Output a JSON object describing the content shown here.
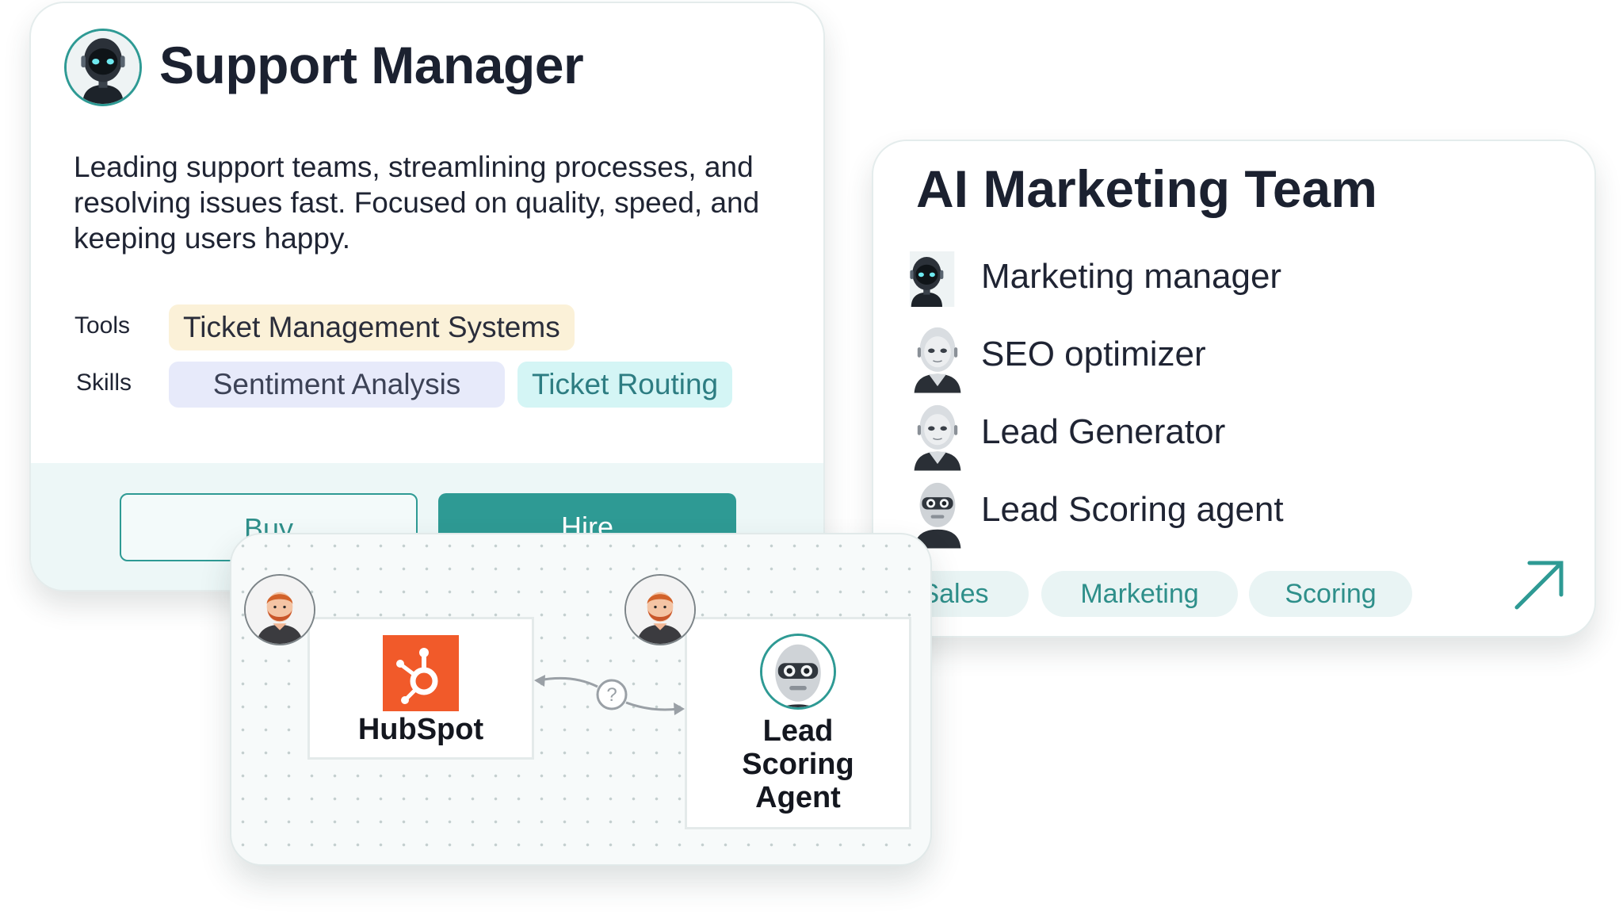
{
  "support_card": {
    "title": "Support Manager",
    "description": "Leading support teams, streamlining processes, and resolving issues fast. Focused on quality, speed, and keeping users happy.",
    "tools_label": "Tools",
    "tools": [
      "Ticket Management Systems"
    ],
    "skills_label": "Skills",
    "skills": [
      "Sentiment Analysis",
      "Ticket Routing"
    ],
    "buy_label": "Buy",
    "hire_label": "Hire",
    "avatar_icon": "robot-avatar-icon"
  },
  "marketing_card": {
    "title": "AI Marketing Team",
    "members": [
      {
        "name": "Marketing manager",
        "icon": "robot-face-icon"
      },
      {
        "name": "SEO optimizer",
        "icon": "robot-face-icon"
      },
      {
        "name": "Lead Generator",
        "icon": "robot-face-icon"
      },
      {
        "name": "Lead Scoring agent",
        "icon": "robot-face-icon"
      }
    ],
    "tags": [
      "Sales",
      "Marketing",
      "Scoring"
    ],
    "open_icon": "arrow-up-right-icon"
  },
  "workflow_card": {
    "source_node": {
      "label": "HubSpot",
      "icon": "hubspot-logo-icon"
    },
    "target_node": {
      "label": "Lead Scoring Agent",
      "label_lines": [
        "Lead",
        "Scoring",
        "Agent"
      ],
      "icon": "robot-avatar-icon"
    },
    "connector_icon": "question-mark-icon",
    "owner_icon": "person-avatar-icon"
  },
  "colors": {
    "accent": "#2e9a94",
    "tools_chip": "#fbf1d8",
    "skill_chip_1": "#e7eafa",
    "skill_chip_2": "#d4f5f5",
    "hubspot": "#f15a2a",
    "footer_bg": "#edf7f7"
  }
}
